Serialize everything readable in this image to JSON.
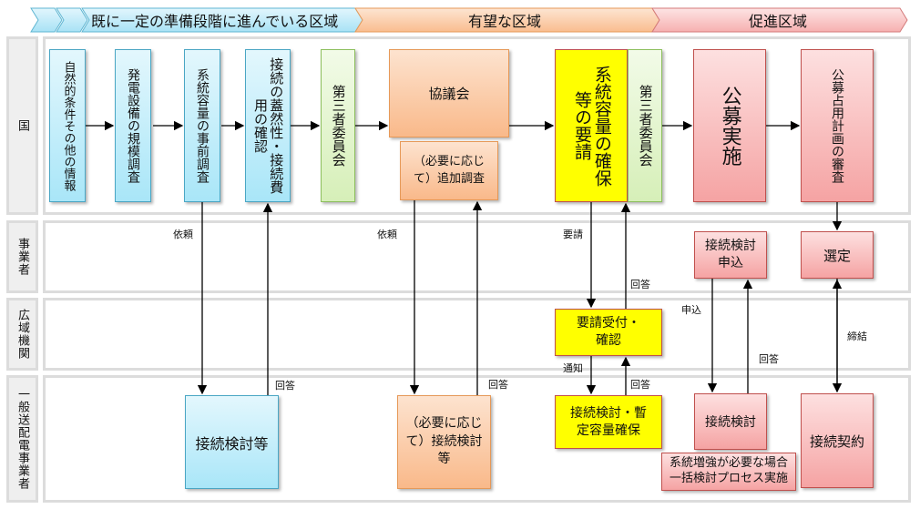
{
  "phases": [
    {
      "label": "既に一定の準備段階に進んでいる区域",
      "color": "#bfe9f8"
    },
    {
      "label": "有望な区域",
      "color": "#fbd2b0"
    },
    {
      "label": "促進区域",
      "color": "#f9c4c4"
    }
  ],
  "lanes": [
    {
      "label": "国"
    },
    {
      "label": "事業者"
    },
    {
      "label": "広域機関"
    },
    {
      "label": "一般送配電事業者"
    }
  ],
  "boxes": {
    "natural_conditions": "自然的条件その他の情報",
    "generation_scale": "発電設備の規模調査",
    "grid_capacity_pre": "系統容量の事前調査",
    "connection_probability": "接続の蓋然性・接続費用の確認",
    "third_party_1": "第三者委員会",
    "council": "協議会",
    "additional_survey": "（必要に応じて）追加調査",
    "capacity_request": "系統容量の確保等の要請",
    "third_party_2": "第三者委員会",
    "public_offering": "公募実施",
    "plan_review": "公募占用計画の審査",
    "application": "接続検討申込",
    "selection": "選定",
    "request_receipt": "要請受付・確認",
    "connection_study_1": "接続検討等",
    "connection_study_2": "（必要に応じて）接続検討等",
    "provisional_capacity": "接続検討・暫定容量確保",
    "connection_study_3": "接続検討",
    "bulk_study": "系統増強が必要な場合一括検討プロセス実施",
    "connection_contract": "接続契約"
  },
  "labels": {
    "request_1": "依頼",
    "reply_1": "回答",
    "request_2": "依頼",
    "reply_2": "回答",
    "yosei": "要請",
    "reply_3": "回答",
    "notify": "通知",
    "reply_4": "回答",
    "apply": "申込",
    "reply_5": "回答",
    "conclude": "締結"
  }
}
